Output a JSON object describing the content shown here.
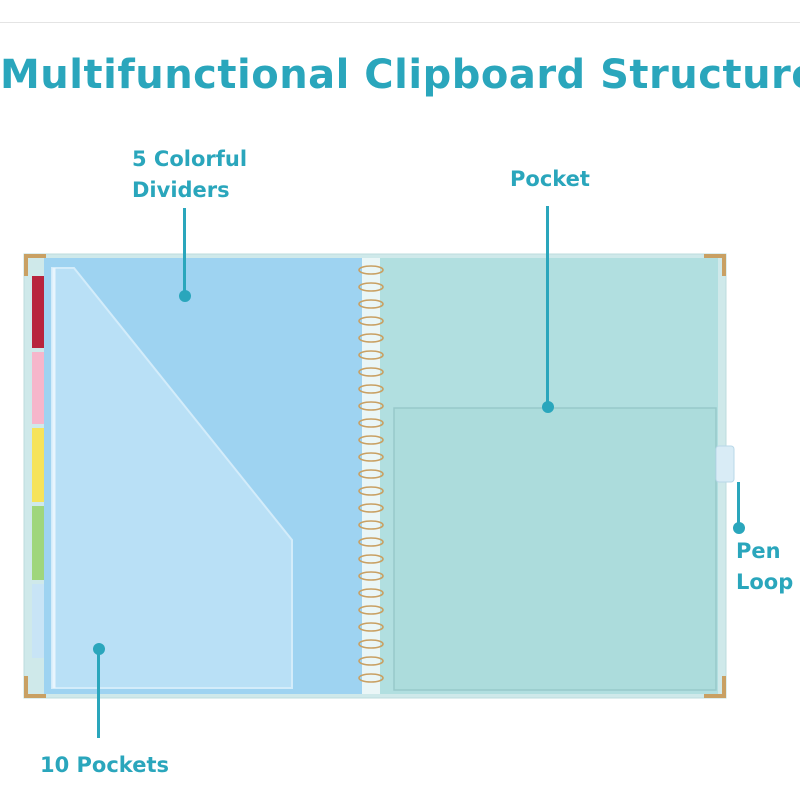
{
  "title": "Multifunctional Clipboard Structure",
  "callouts": {
    "dividers": [
      "5 Colorful",
      "Dividers"
    ],
    "pocket": "Pocket",
    "pen_loop": [
      "Pen",
      "Loop"
    ],
    "pockets": "10 Pockets"
  },
  "colors": {
    "accent": "#2aa6bc",
    "left_panel": "#9ed3f1",
    "right_panel": "#b1dfe0",
    "corner": "#c9a063",
    "tabs": [
      "#b8243d",
      "#f6b6cb",
      "#f6e35a",
      "#9fd67c",
      "#c8e4f6"
    ]
  },
  "icons": [
    "spiral-ring-icon",
    "corner-protector-icon",
    "pen-loop-strap-icon"
  ]
}
